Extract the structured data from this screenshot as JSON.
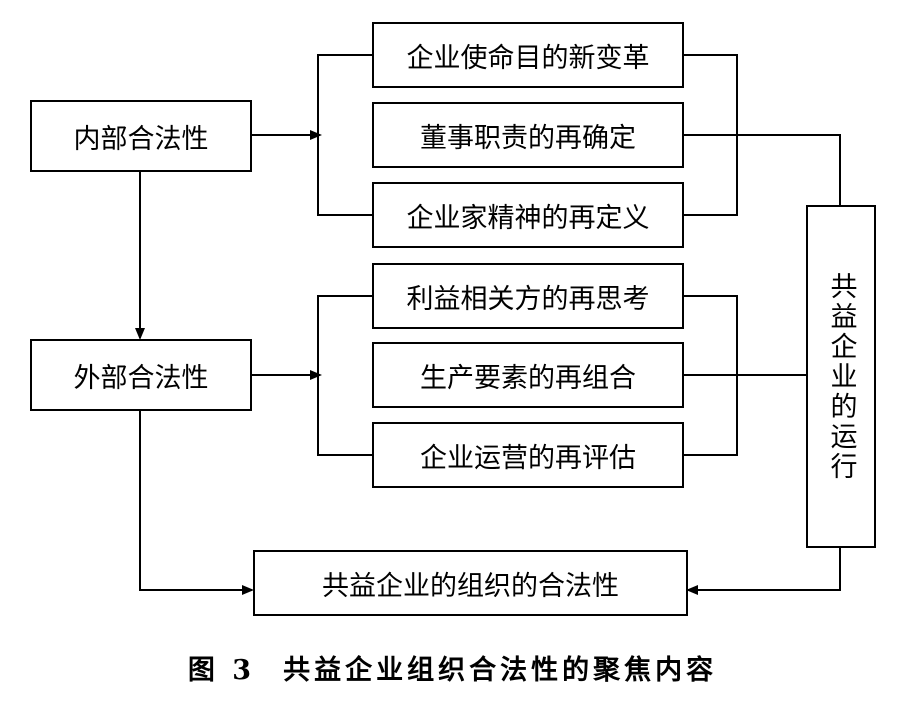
{
  "left": {
    "internal": "内部合法性",
    "external": "外部合法性"
  },
  "internal_items": [
    "企业使命目的新变革",
    "董事职责的再确定",
    "企业家精神的再定义"
  ],
  "external_items": [
    "利益相关方的再思考",
    "生产要素的再组合",
    "企业运营的再评估"
  ],
  "side": "共益企业的运行",
  "bottom": "共益企业的组织的合法性",
  "caption": {
    "label": "图 3",
    "text": "共益企业组织合法性的聚焦内容"
  },
  "colors": {
    "line": "#000000",
    "background": "#ffffff"
  }
}
